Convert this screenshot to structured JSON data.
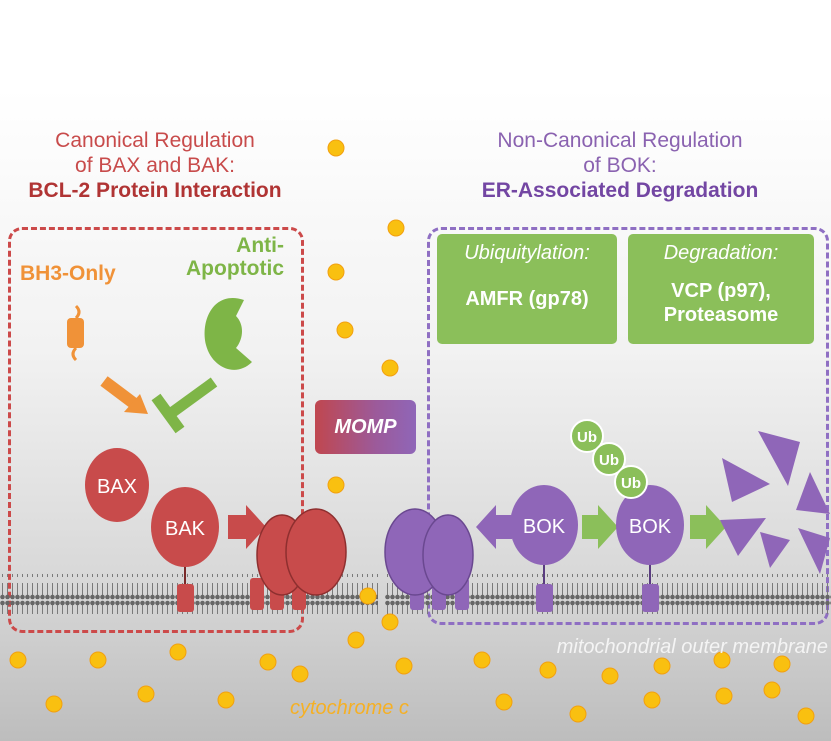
{
  "left_section": {
    "title_line1": "Canonical Regulation",
    "title_line2": "of BAX and BAK:",
    "subtitle": "BCL-2 Protein Interaction",
    "bh3_label": "BH3-Only",
    "anti_label_line1": "Anti-",
    "anti_label_line2": "Apoptotic",
    "bax_label": "BAX",
    "bak_label": "BAK"
  },
  "right_section": {
    "title_line1": "Non-Canonical Regulation",
    "title_line2": "of BOK:",
    "subtitle": "ER-Associated Degradation",
    "ubiquitylation_heading": "Ubiquitylation:",
    "ubiquitylation_body": "AMFR (gp78)",
    "degradation_heading": "Degradation:",
    "degradation_body_line1": "VCP (p97),",
    "degradation_body_line2": "Proteasome",
    "bok_label_1": "BOK",
    "bok_label_2": "BOK",
    "ub_labels": [
      "Ub",
      "Ub",
      "Ub"
    ]
  },
  "center": {
    "momp_label": "MOMP"
  },
  "captions": {
    "membrane": "mitochondrial outer membrane",
    "cytochrome": "cytochrome c"
  },
  "colors": {
    "canonical_red": "#c84b4b",
    "bh3_orange": "#f09238",
    "anti_green": "#7eb547",
    "bok_purple": "#8f66b8",
    "cytochrome_yellow": "#f9c010"
  }
}
